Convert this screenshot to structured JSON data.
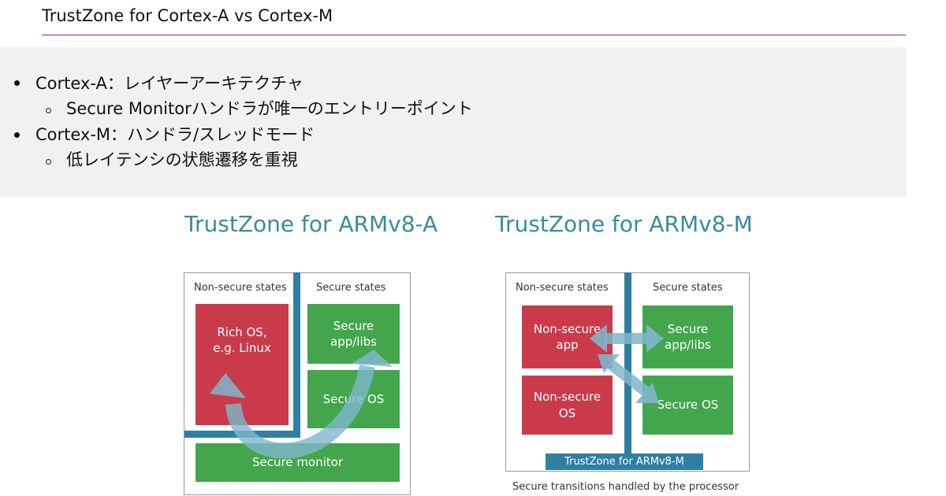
{
  "slide": {
    "title": "TrustZone for Cortex-A vs Cortex-M",
    "bullets": [
      {
        "text": "Cortex-A：レイヤーアーキテクチャ",
        "sub": "Secure Monitorハンドラが唯一のエントリーポイント"
      },
      {
        "text": "Cortex-M：ハンドラ/スレッドモード",
        "sub": "低レイテンシの状態遷移を重視"
      }
    ]
  },
  "armv8a": {
    "title": "TrustZone for ARMv8-A",
    "nonsecure_label": "Non-secure states",
    "secure_label": "Secure states",
    "rich_os": "Rich OS,\ne.g. Linux",
    "secure_app": "Secure\napp/libs",
    "secure_os": "Secure OS",
    "secure_monitor": "Secure monitor"
  },
  "armv8m": {
    "title": "TrustZone for ARMv8-M",
    "nonsecure_label": "Non-secure states",
    "secure_label": "Secure states",
    "ns_app": "Non-secure\napp",
    "ns_os": "Non-secure\nOS",
    "secure_app": "Secure\napp/libs",
    "secure_os": "Secure OS",
    "bar_label": "TrustZone for ARMv8-M",
    "caption": "Secure transitions handled by the processor"
  },
  "colors": {
    "accent_rule": "#7b2d8e",
    "title_blue": "#3a8aa3",
    "nonsecure_red": "#c93b4b",
    "secure_green": "#43a64c",
    "divider_blue": "#2f7fa3"
  }
}
